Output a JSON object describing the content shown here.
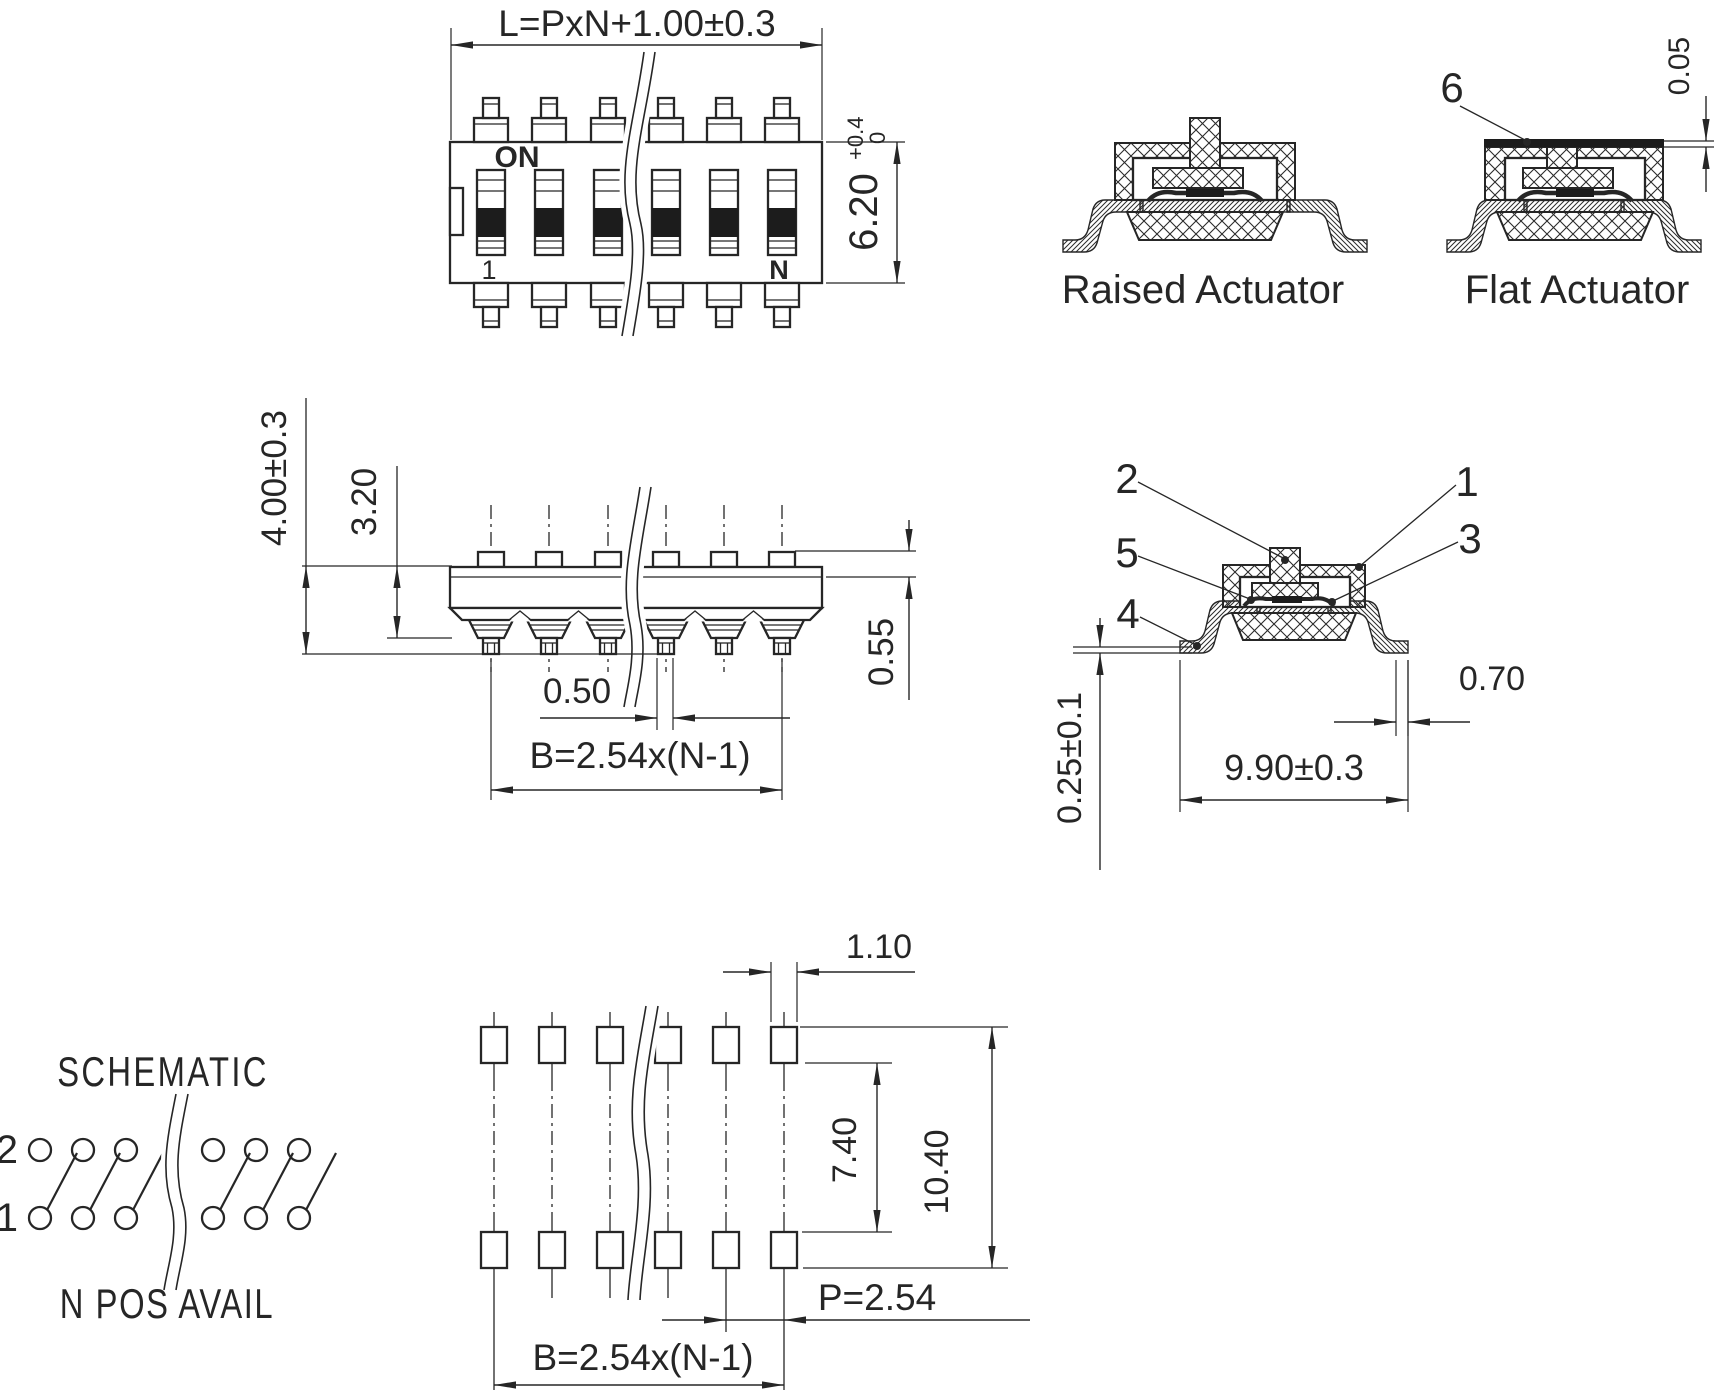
{
  "colors": {
    "line": "#262626",
    "background": "#ffffff"
  },
  "top_view": {
    "positions_shown": 6,
    "dim_length": "L=PxN+1.00±0.3",
    "label_on": "ON",
    "label_first": "1",
    "label_last": "N",
    "dim_height": {
      "value": "6.20",
      "tol_plus": "+0.4",
      "tol_minus": "0"
    }
  },
  "raised_actuator": {
    "caption": "Raised Actuator"
  },
  "flat_actuator": {
    "caption": "Flat Actuator",
    "callout_tape": "6",
    "dim_tape": "0.05"
  },
  "front_view": {
    "dim_overall": "4.00±0.3",
    "dim_body": "3.20",
    "dim_terminal_width": "0.50",
    "dim_actuator": "0.55",
    "dim_span": "B=2.54x(N-1)"
  },
  "side_section": {
    "callout_1": "1",
    "callout_2": "2",
    "callout_3": "3",
    "callout_4": "4",
    "callout_5": "5",
    "dim_standoff": "0.25±0.1",
    "dim_lead": "0.70",
    "dim_width": "9.90±0.3"
  },
  "schematic": {
    "title": "SCHEMATIC",
    "pole_top": "2",
    "pole_bottom": "1",
    "caption": "N POS AVAIL"
  },
  "pad_layout": {
    "dim_pad_width": "1.10",
    "dim_row_gap": "7.40",
    "dim_overall": "10.40",
    "dim_pitch": "P=2.54",
    "dim_span": "B=2.54x(N-1)"
  }
}
